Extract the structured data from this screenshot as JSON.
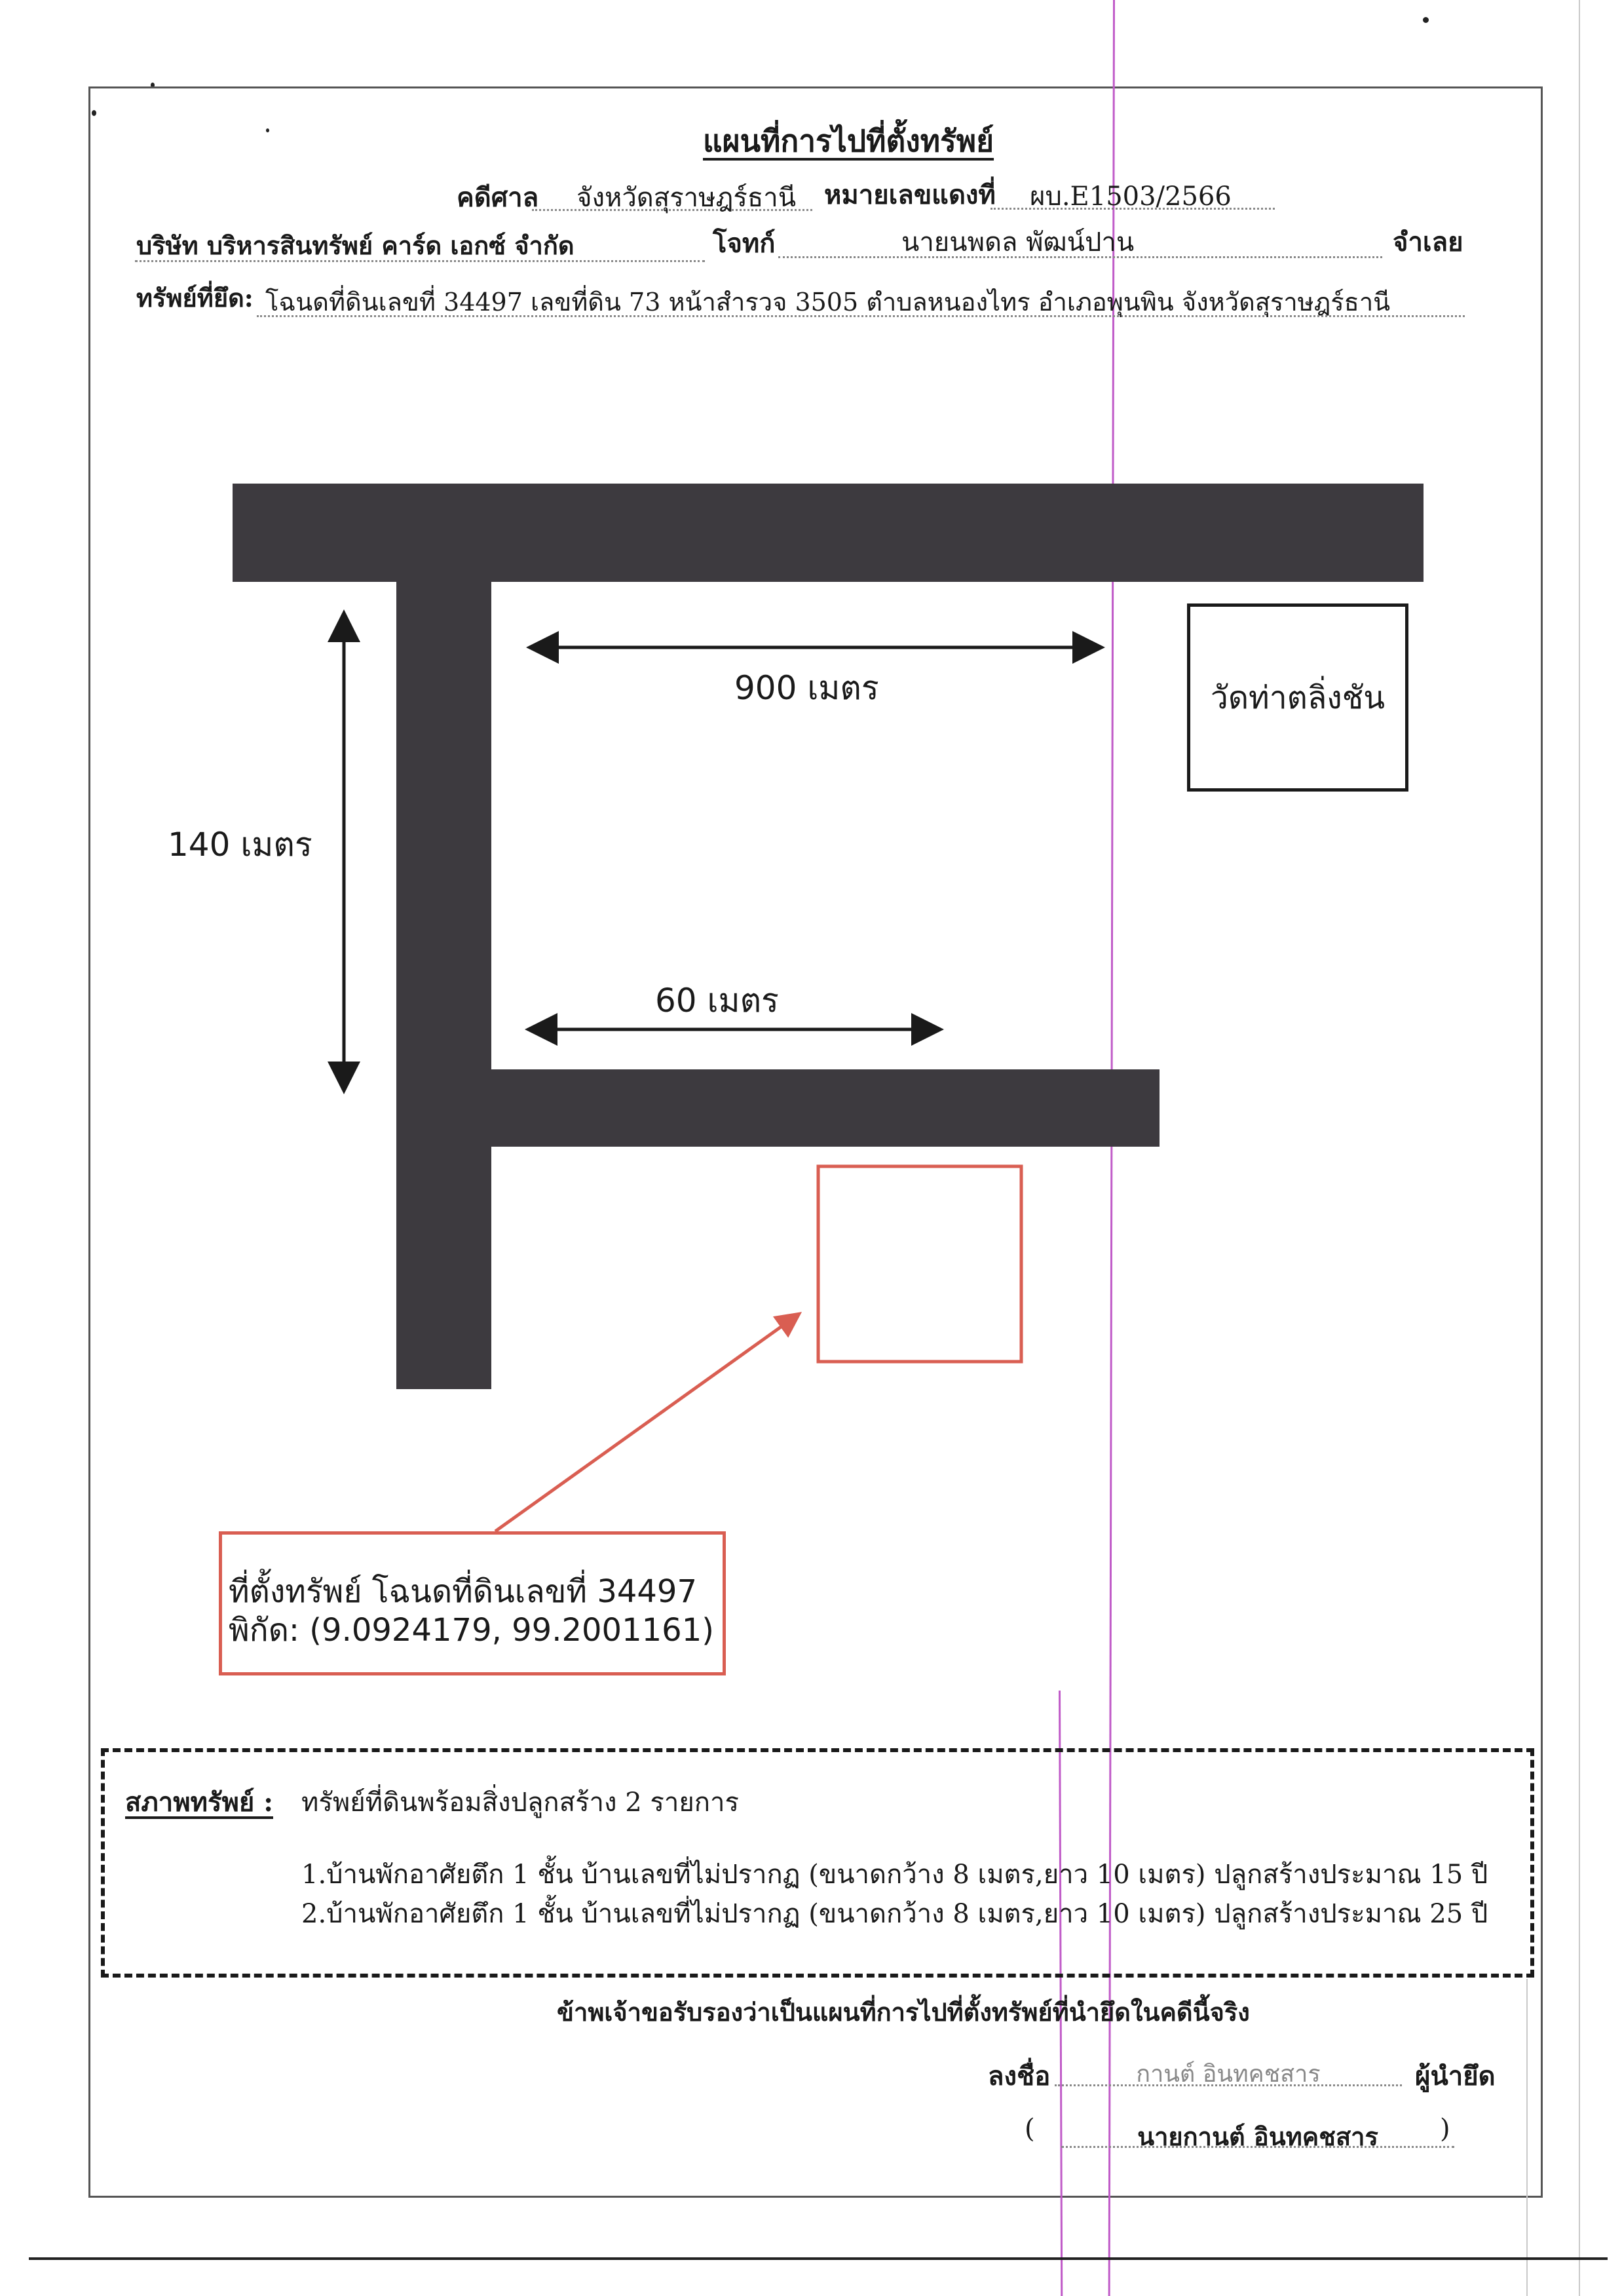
{
  "title": "แผนที่การไปที่ตั้งทรัพย์",
  "case": {
    "court_label": "คดีศาล",
    "court": "จังหวัดสุราษฎร์ธานี",
    "red_number_label": "หมายเลขแดงที่",
    "red_number": "ผบ.E1503/2566",
    "plaintiff": "บริษัท บริหารสินทรัพย์ คาร์ด เอกซ์ จำกัด",
    "plaintiff_label": "โจทก์",
    "defendant": "นายนพดล พัฒน์ปาน",
    "defendant_label": "จำเลย",
    "seized_label": "ทรัพย์ที่ยึด:",
    "seized_value": "โฉนดที่ดินเลขที่ 34497 เลขที่ดิน 73 หน้าสำรวจ 3505 ตำบลหนองไทร อำเภอพุนพิน จังหวัดสุราษฎร์ธานี"
  },
  "map": {
    "dim_900": "900 เมตร",
    "dim_140": "140 เมตร",
    "dim_60": "60 เมตร",
    "temple": "วัดท่าตลิ่งชัน",
    "callout_line1": "ที่ตั้งทรัพย์ โฉนดที่ดินเลขที่ 34497",
    "callout_line2": "พิกัด: (9.0924179, 99.2001161)",
    "colors": {
      "road": "#3d3a3f",
      "marker": "#d95e52",
      "outline": "#1a1a1a"
    }
  },
  "condition": {
    "label": "สภาพทรัพย์ :",
    "summary": "ทรัพย์ที่ดินพร้อมสิ่งปลูกสร้าง 2 รายการ",
    "items": [
      "1.บ้านพักอาศัยตึก 1 ชั้น บ้านเลขที่ไม่ปรากฏ (ขนาดกว้าง 8 เมตร,ยาว 10 เมตร) ปลูกสร้างประมาณ 15 ปี",
      "2.บ้านพักอาศัยตึก 1 ชั้น บ้านเลขที่ไม่ปรากฏ (ขนาดกว้าง 8 เมตร,ยาว 10 เมตร) ปลูกสร้างประมาณ 25 ปี"
    ]
  },
  "certification": "ข้าพเจ้าขอรับรองว่าเป็นแผนที่การไปที่ตั้งทรัพย์ที่นำยึดในคดีนี้จริง",
  "signature": {
    "sign_label": "ลงชื่อ",
    "signed_name": "กานต์ อินทคชสาร",
    "role": "ผู้นำยึด",
    "open_paren": "(",
    "printed_name": "นายกานต์ อินทคชสาร",
    "close_paren": ")"
  }
}
